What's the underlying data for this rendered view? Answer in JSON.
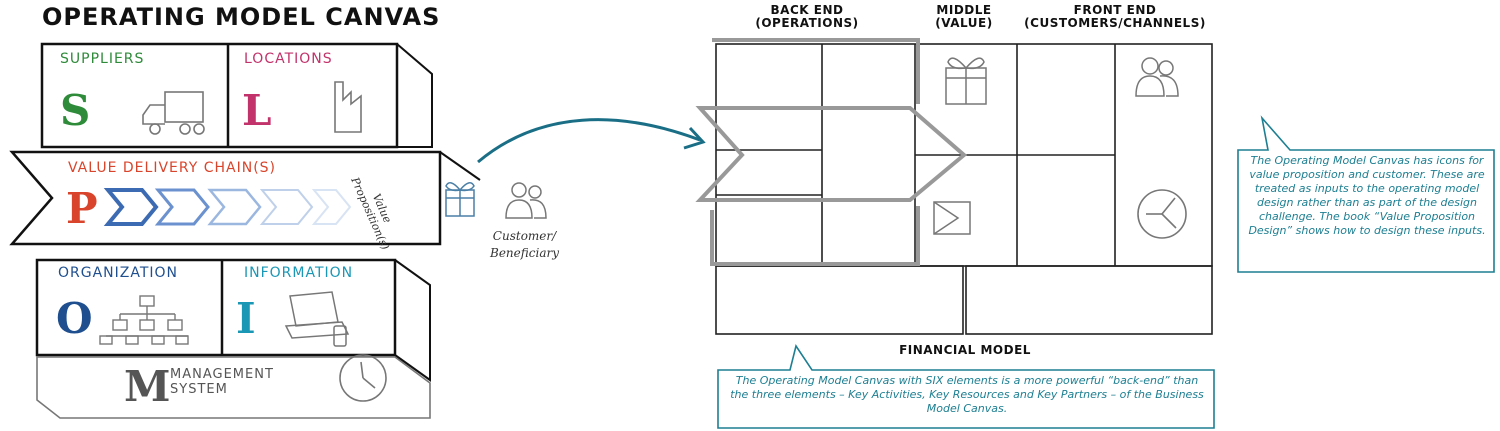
{
  "title": "OPERATING MODEL CANVAS",
  "left_canvas": {
    "suppliers": {
      "label": "SUPPLIERS",
      "letter": "S"
    },
    "locations": {
      "label": "LOCATIONS",
      "letter": "L"
    },
    "value_chain": {
      "label": "VALUE DELIVERY CHAIN(S)",
      "letter": "P"
    },
    "organization": {
      "label": "ORGANIZATION",
      "letter": "O"
    },
    "information": {
      "label": "INFORMATION",
      "letter": "I"
    },
    "management": {
      "label": "MANAGEMENT\nSYSTEM",
      "letter": "M"
    },
    "value_proposition": "Value\nProposition(s)",
    "customer": "Customer/\nBeneficiary"
  },
  "right_canvas": {
    "back_end": "BACK END\n(OPERATIONS)",
    "middle": "MIDDLE\n(VALUE)",
    "front_end": "FRONT END\n(CUSTOMERS/CHANNELS)",
    "financial_model": "FINANCIAL MODEL"
  },
  "callouts": {
    "right": "The Operating Model Canvas has icons for value proposition and customer. These are treated as inputs to the operating model design rather than as part of the design challenge. The book “Value Proposition Design” shows how to design these inputs.",
    "bottom": "The Operating Model Canvas with SIX elements is a more powerful “back-end” than the three elements – Key Activities, Key Resources and Key Partners – of the Business Model Canvas."
  },
  "colors": {
    "suppliers": "#2e8b3a",
    "locations": "#c2336b",
    "value_chain": "#d9452c",
    "organization": "#1f4f8f",
    "information": "#1a97b5",
    "management": "#555555",
    "callout": "#1d7f92",
    "arrow": "#1a6f86"
  }
}
